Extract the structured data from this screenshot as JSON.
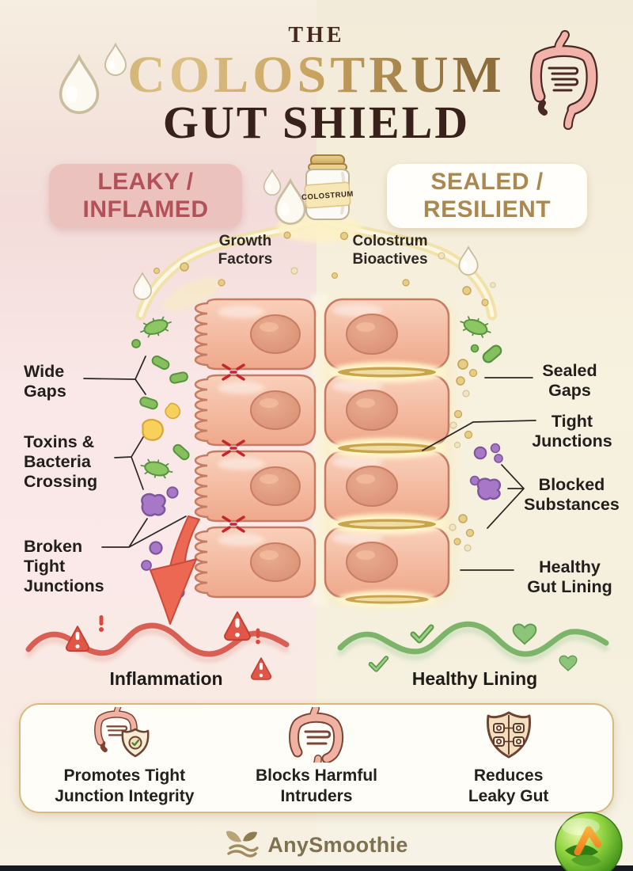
{
  "header": {
    "pretitle": "THE",
    "title": "COLOSTRUM",
    "subtitle": "GUT SHIELD"
  },
  "badges": {
    "left": "LEAKY /\nINFLAMED",
    "right": "SEALED /\nRESILIENT"
  },
  "jar_label": "COLOSTRUM",
  "flow_labels": {
    "left": "Growth\nFactors",
    "right": "Colostrum\nBioactives"
  },
  "annotations": {
    "left": [
      "Wide\nGaps",
      "Toxins &\nBacteria\nCrossing",
      "Broken\nTight\nJunctions"
    ],
    "right": [
      "Sealed\nGaps",
      "Tight\nJunctions",
      "Blocked\nSubstances",
      "Healthy\nGut Lining"
    ]
  },
  "outcomes": {
    "left": "Inflammation",
    "right": "Healthy Lining"
  },
  "benefits": [
    {
      "icon": "intestine-shield-check-icon",
      "label": "Promotes Tight\nJunction Integrity"
    },
    {
      "icon": "intestine-icon",
      "label": "Blocks Harmful\nIntruders"
    },
    {
      "icon": "shield-cells-icon",
      "label": "Reduces\nLeaky Gut"
    }
  ],
  "footer": {
    "brand": "AnySmoothie"
  },
  "colors": {
    "leaky_text": "#b25157",
    "leaky_bg": "#ecc2bf",
    "sealed_text": "#ab8850",
    "sealed_bg": "#fffefb",
    "inflamed_wave": "#d95e53",
    "healthy_wave": "#7cb469",
    "gold_accent": "#c9a44e"
  }
}
